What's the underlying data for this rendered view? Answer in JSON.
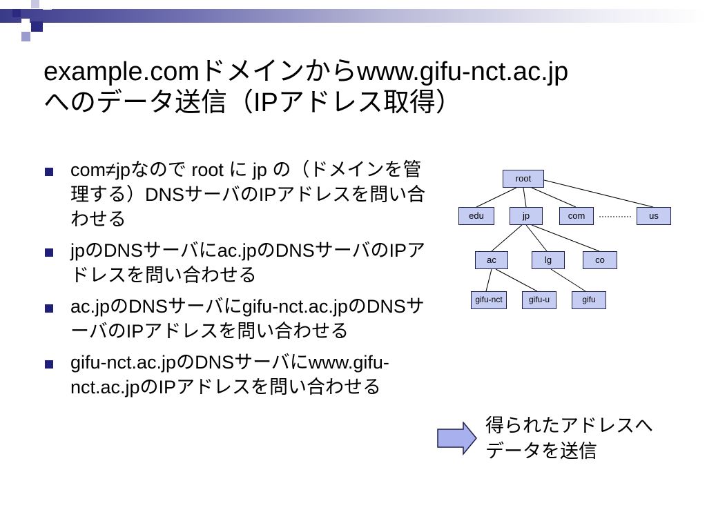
{
  "slide": {
    "title_line1": "example.comドメインからwww.gifu-nct.ac.jp",
    "title_line2": "へのデータ送信（IPアドレス取得）"
  },
  "bullets": [
    "com≠jpなので root に jp の（ドメインを管理する）DNSサーバのIPアドレスを問い合わせる",
    "jpのDNSサーバにac.jpのDNSサーバのIPアドレスを問い合わせる",
    "ac.jpのDNSサーバにgifu-nct.ac.jpのDNSサーバのIPアドレスを問い合わせる",
    "gifu-nct.ac.jpのDNSサーバにwww.gifu-nct.ac.jpのIPアドレスを問い合わせる"
  ],
  "tree": {
    "root": "root",
    "edu": "edu",
    "jp": "jp",
    "com": "com",
    "us": "us",
    "ac": "ac",
    "lg": "lg",
    "co": "co",
    "gifu_nct": "gifu-nct",
    "gifu_u": "gifu-u",
    "gifu": "gifu"
  },
  "result": {
    "line1": "得られたアドレスへ",
    "line2": "データを送信"
  },
  "colors": {
    "node_fill": "#c6cdf2",
    "bullet": "#1f1f7a",
    "arrow_fill": "#a8b0ee"
  }
}
